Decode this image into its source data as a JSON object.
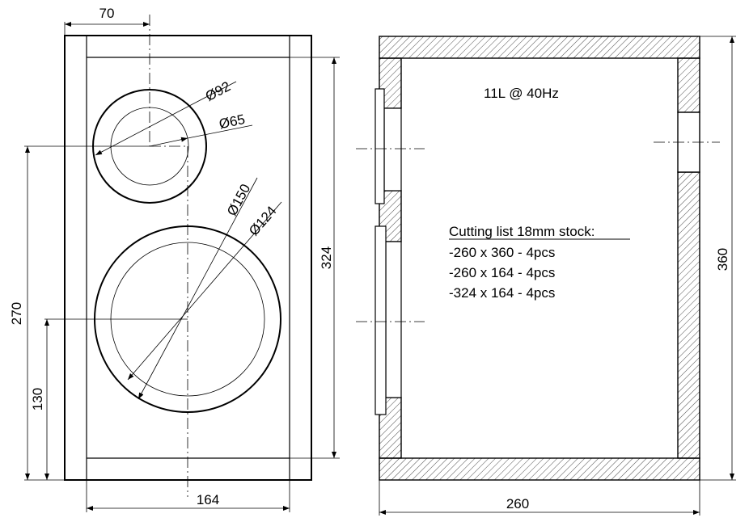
{
  "front_view": {
    "dims": {
      "tweeter_offset": "70",
      "tweeter_outer_dia": "Ø92",
      "tweeter_cutout_dia": "Ø65",
      "woofer_outer_dia": "Ø150",
      "woofer_cutout_dia": "Ø124",
      "inner_height": "324",
      "tweeter_center_height": "270",
      "woofer_center_height": "130",
      "width": "164"
    }
  },
  "side_view": {
    "volume_note": "11L @ 40Hz",
    "cutting_list": {
      "title": "Cutting list 18mm stock:",
      "items": [
        "-260 x 360 - 4pcs",
        "-260 x 164 - 4pcs",
        "-324 x 164 - 4pcs"
      ]
    },
    "dims": {
      "height": "360",
      "depth": "260"
    }
  }
}
